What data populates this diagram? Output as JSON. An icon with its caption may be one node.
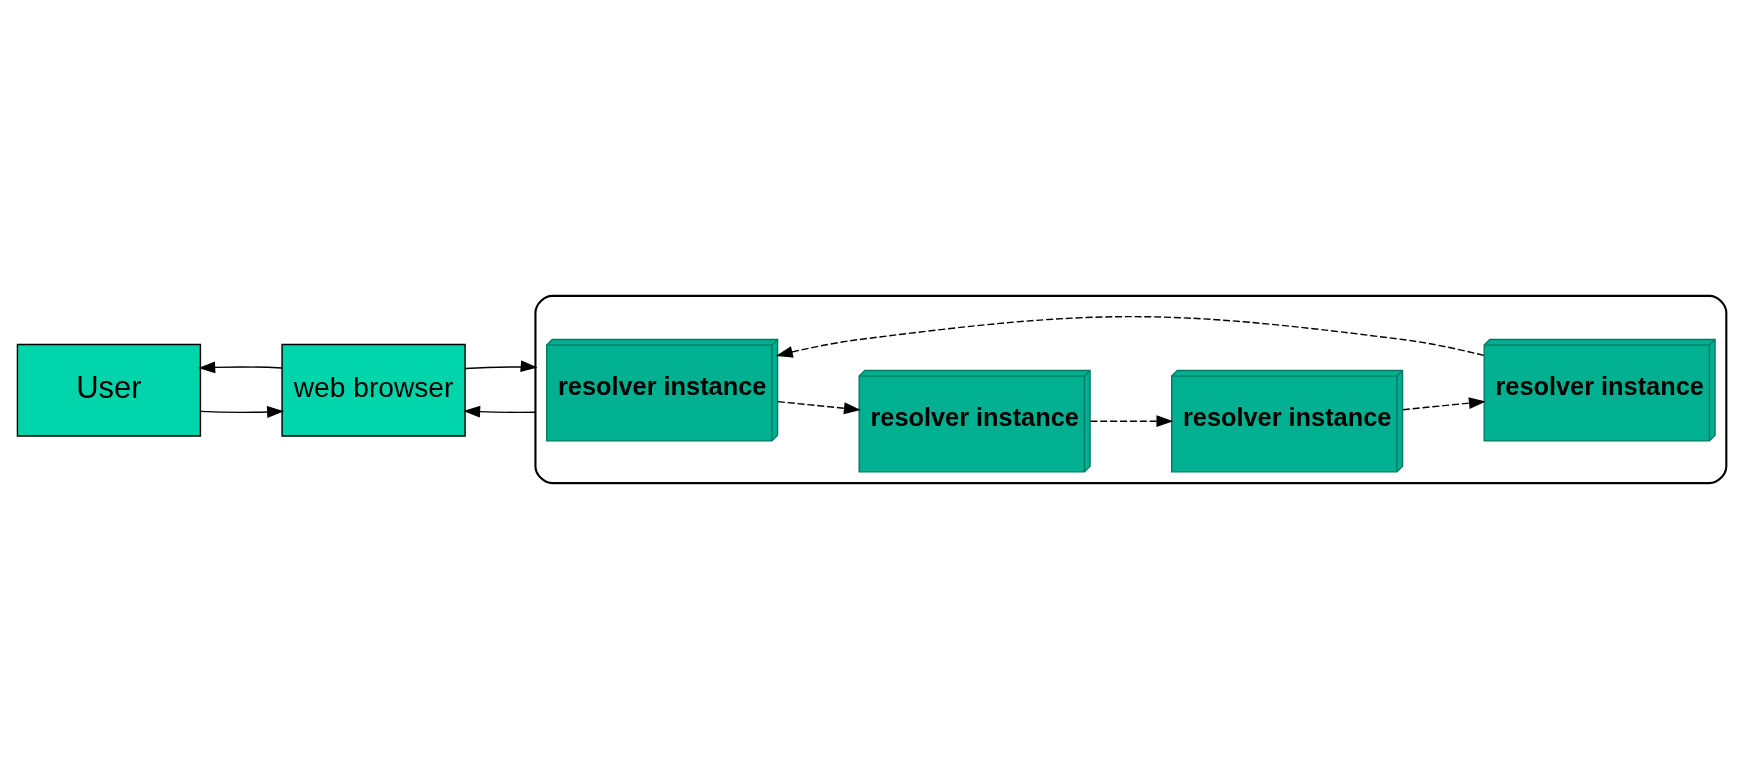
{
  "diagram": {
    "nodes": [
      {
        "text": [
          "User"
        ]
      },
      {
        "text": [
          "web browser"
        ]
      },
      {
        "text": [],
        "shape": "cloud"
      },
      {
        "text": [
          "resolver instance"
        ],
        "in": 2
      },
      {
        "text": [
          "resolver instance"
        ],
        "in": 2
      },
      {
        "text": [
          "resolver instance"
        ],
        "in": 2
      },
      {
        "text": [
          "resolver instance"
        ],
        "in": 2
      }
    ],
    "edges": [
      {
        "from": 0,
        "to": 1,
        "arrow": "to"
      },
      {
        "from": 1,
        "to": 0,
        "arrow": "to"
      },
      {
        "from": 1,
        "to": 2,
        "arrow": "to"
      },
      {
        "from": 2,
        "to": 1,
        "arrow": "to"
      },
      {
        "from": 4,
        "to": 3,
        "arrow": "to",
        "style": "dashed"
      },
      {
        "from": 3,
        "to": 5,
        "arrow": "to",
        "style": "dashed"
      },
      {
        "from": 5,
        "to": 6,
        "arrow": "to",
        "style": "dashed"
      },
      {
        "from": 6,
        "to": 4,
        "arrow": "to",
        "style": "dashed"
      }
    ]
  }
}
